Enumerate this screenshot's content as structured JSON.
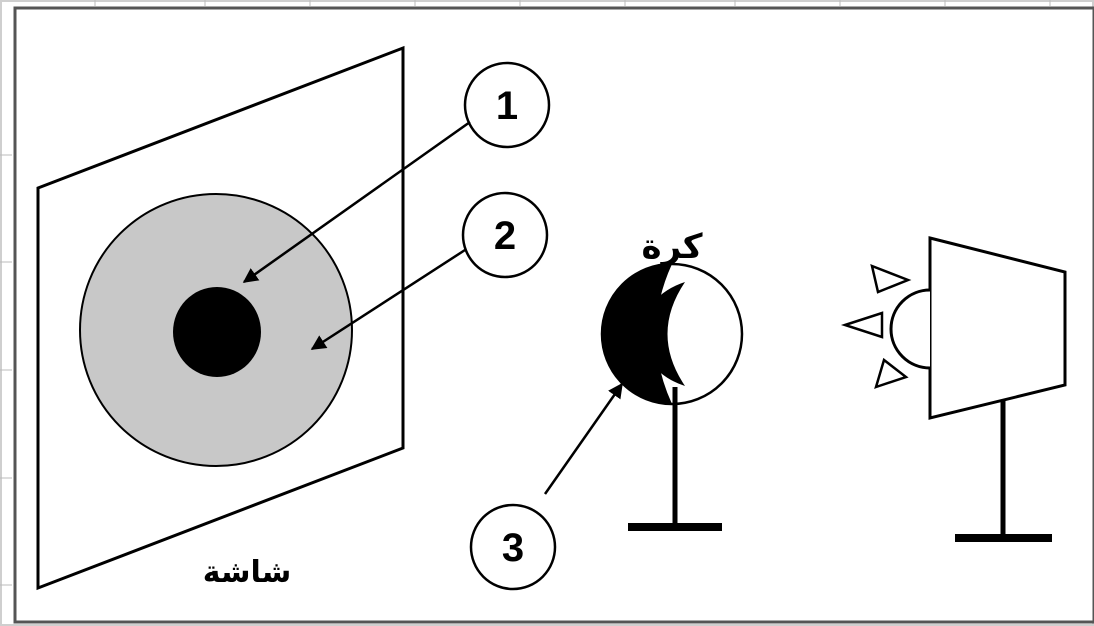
{
  "labels": {
    "screen": "شاشة",
    "ball": "كرة"
  },
  "callouts": [
    "1",
    "2",
    "3"
  ],
  "colors": {
    "background": "#ffffff",
    "ink": "#000000",
    "penumbra": "#c8c8c8",
    "umbra": "#000000",
    "frame": "#555555"
  }
}
